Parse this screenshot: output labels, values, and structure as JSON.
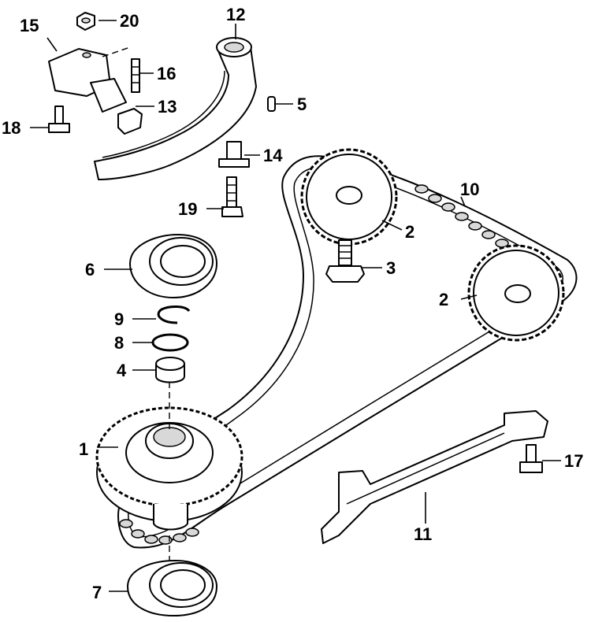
{
  "callouts": {
    "c1": "1",
    "c2a": "2",
    "c2b": "2",
    "c3": "3",
    "c4": "4",
    "c5": "5",
    "c6": "6",
    "c7": "7",
    "c8": "8",
    "c9": "9",
    "c10": "10",
    "c11": "11",
    "c12": "12",
    "c13": "13",
    "c14": "14",
    "c15": "15",
    "c16": "16",
    "c17": "17",
    "c18": "18",
    "c19": "19",
    "c20": "20"
  }
}
